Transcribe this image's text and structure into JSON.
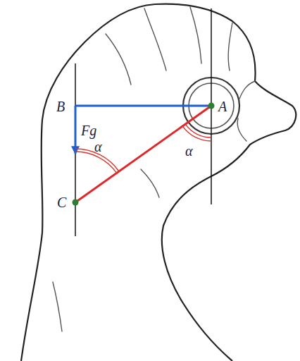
{
  "diagram": {
    "labels": [
      "B",
      "A",
      "Fg",
      "α",
      "α",
      "C"
    ]
  }
}
